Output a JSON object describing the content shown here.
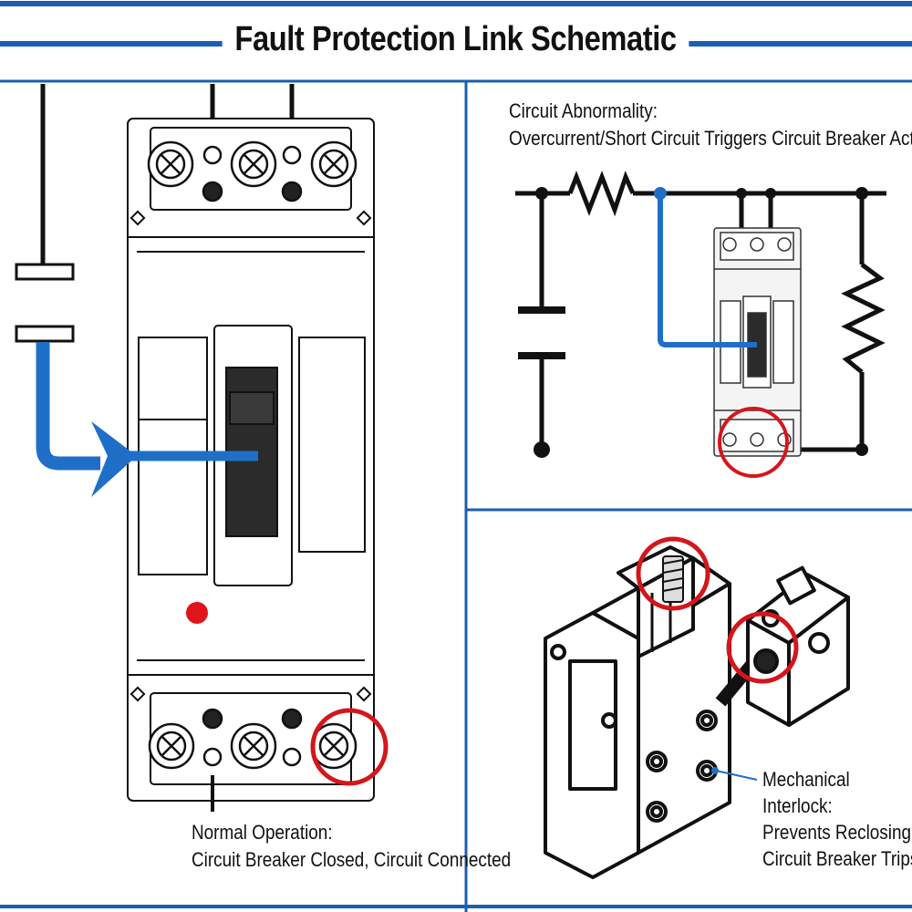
{
  "title": "Fault Protection Link Schematic",
  "colors": {
    "frame": "#1b5fb0",
    "accent": "#1f6fc8",
    "highlight": "#d4161c",
    "line": "#111111",
    "indicator": "#e0141c"
  },
  "panels": {
    "normal": {
      "label_line1": "Normal Operation:",
      "label_line2": "Circuit Breaker Closed, Circuit Connected"
    },
    "abnormal": {
      "label_line1": "Circuit Abnormality:",
      "label_line2": "Overcurrent/Short Circuit Triggers Circuit Breaker Action"
    },
    "interlock": {
      "label_line1": "Mechanical",
      "label_line2": "Interlock:",
      "label_line3": "Prevents Reclosing After",
      "label_line4": "Circuit Breaker Trips"
    }
  }
}
